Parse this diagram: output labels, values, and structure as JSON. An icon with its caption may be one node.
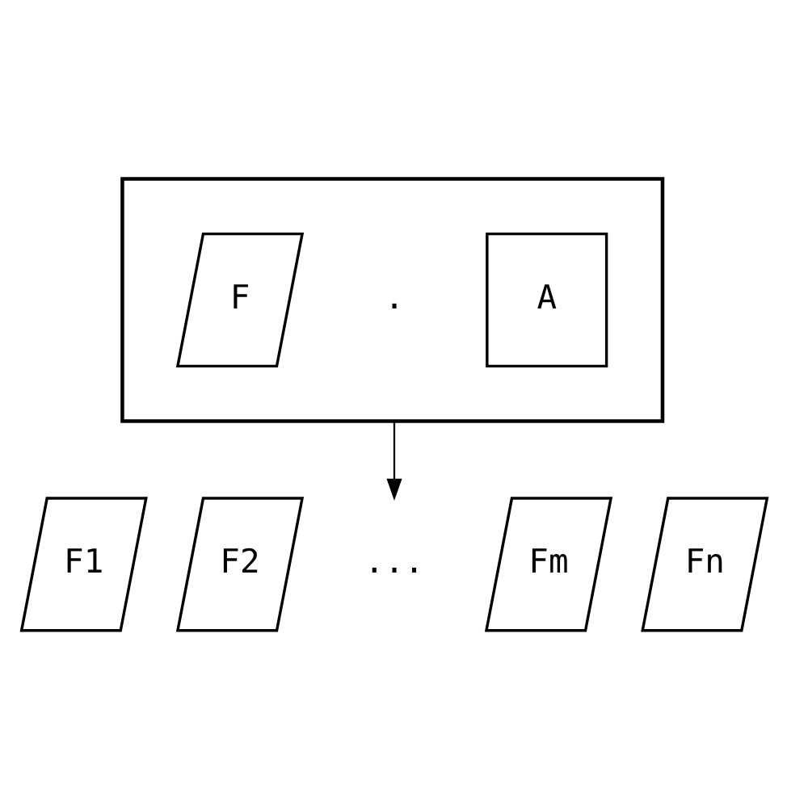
{
  "diagram": {
    "nodes": [
      {
        "text": [],
        "shape": "box"
      },
      {
        "text": [
          "F"
        ],
        "in": 0
      },
      {
        "text": [
          "."
        ],
        "in": 0
      },
      {
        "text": [
          "A"
        ],
        "in": 0
      },
      {
        "text": [
          "F1"
        ]
      },
      {
        "text": [
          "F2"
        ]
      },
      {
        "text": [
          "..."
        ]
      },
      {
        "text": [
          "Fm"
        ]
      },
      {
        "text": [
          "Fn"
        ]
      }
    ],
    "edges": [
      {
        "from": 0,
        "to": 6,
        "arrow": "to"
      }
    ]
  }
}
